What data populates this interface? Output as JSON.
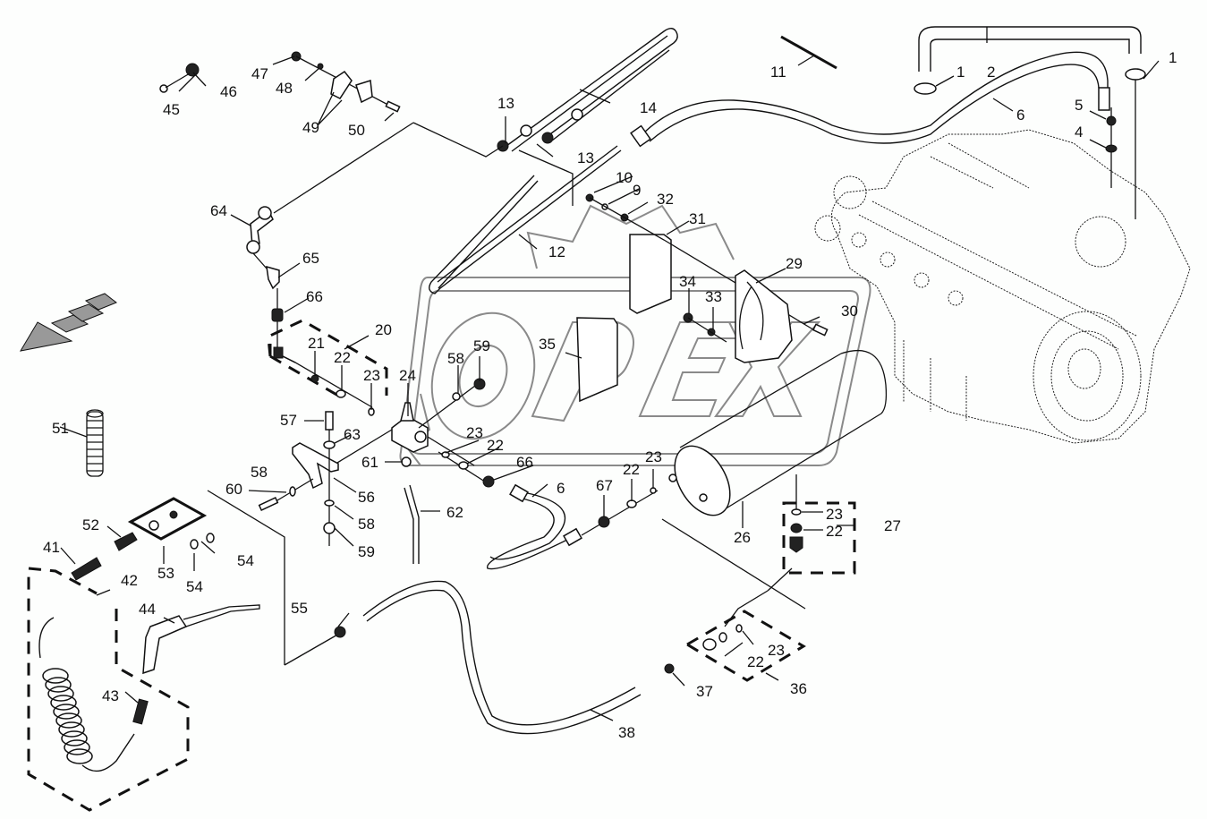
{
  "diagram": {
    "title": "Compressed air system - exploded parts view",
    "watermark": "OPEX",
    "direction_arrow": "travel-direction-arrow",
    "callouts": [
      {
        "id": "c1a",
        "label": "1",
        "part": "hose clamp"
      },
      {
        "id": "c1b",
        "label": "1",
        "part": "hose clamp"
      },
      {
        "id": "c2",
        "label": "2",
        "part": "hose"
      },
      {
        "id": "c4",
        "label": "4",
        "part": "sealing ring"
      },
      {
        "id": "c5",
        "label": "5",
        "part": "union"
      },
      {
        "id": "c6a",
        "label": "6",
        "part": "hose line"
      },
      {
        "id": "c6b",
        "label": "6",
        "part": "hose line"
      },
      {
        "id": "c9",
        "label": "9",
        "part": "washer"
      },
      {
        "id": "c10",
        "label": "10",
        "part": "nut"
      },
      {
        "id": "c11",
        "label": "11",
        "part": "cable tie"
      },
      {
        "id": "c12",
        "label": "12",
        "part": "pipe"
      },
      {
        "id": "c13a",
        "label": "13",
        "part": "fitting"
      },
      {
        "id": "c13b",
        "label": "13",
        "part": "fitting"
      },
      {
        "id": "c14",
        "label": "14",
        "part": "pipe"
      },
      {
        "id": "c20",
        "label": "20",
        "part": "repair kit"
      },
      {
        "id": "c21",
        "label": "21",
        "part": "seal"
      },
      {
        "id": "c22a",
        "label": "22",
        "part": "sealing ring"
      },
      {
        "id": "c22b",
        "label": "22",
        "part": "sealing ring"
      },
      {
        "id": "c22c",
        "label": "22",
        "part": "sealing ring"
      },
      {
        "id": "c22d",
        "label": "22",
        "part": "sealing ring"
      },
      {
        "id": "c22e",
        "label": "22",
        "part": "sealing ring"
      },
      {
        "id": "c23a",
        "label": "23",
        "part": "o-ring"
      },
      {
        "id": "c23b",
        "label": "23",
        "part": "o-ring"
      },
      {
        "id": "c23c",
        "label": "23",
        "part": "o-ring"
      },
      {
        "id": "c23d",
        "label": "23",
        "part": "o-ring"
      },
      {
        "id": "c23e",
        "label": "23",
        "part": "o-ring"
      },
      {
        "id": "c24",
        "label": "24",
        "part": "valve"
      },
      {
        "id": "c26",
        "label": "26",
        "part": "air tank"
      },
      {
        "id": "c27",
        "label": "27",
        "part": "drain valve kit"
      },
      {
        "id": "c29",
        "label": "29",
        "part": "tank bracket"
      },
      {
        "id": "c30",
        "label": "30",
        "part": "bolt"
      },
      {
        "id": "c31",
        "label": "31",
        "part": "bracket"
      },
      {
        "id": "c32",
        "label": "32",
        "part": "washer"
      },
      {
        "id": "c33",
        "label": "33",
        "part": "washer"
      },
      {
        "id": "c34",
        "label": "34",
        "part": "nut"
      },
      {
        "id": "c35",
        "label": "35",
        "part": "plate"
      },
      {
        "id": "c36",
        "label": "36",
        "part": "plug kit"
      },
      {
        "id": "c37",
        "label": "37",
        "part": "plug"
      },
      {
        "id": "c38",
        "label": "38",
        "part": "hose"
      },
      {
        "id": "c41",
        "label": "41",
        "part": "nipple"
      },
      {
        "id": "c42",
        "label": "42",
        "part": "blow gun kit"
      },
      {
        "id": "c43",
        "label": "43",
        "part": "coupling"
      },
      {
        "id": "c44",
        "label": "44",
        "part": "blow gun"
      },
      {
        "id": "c45",
        "label": "45",
        "part": "washer"
      },
      {
        "id": "c46",
        "label": "46",
        "part": "cap nut"
      },
      {
        "id": "c47",
        "label": "47",
        "part": "nut"
      },
      {
        "id": "c48",
        "label": "48",
        "part": "washer"
      },
      {
        "id": "c49",
        "label": "49",
        "part": "clamp"
      },
      {
        "id": "c50",
        "label": "50",
        "part": "bolt"
      },
      {
        "id": "c51",
        "label": "51",
        "part": "spiral hose"
      },
      {
        "id": "c52",
        "label": "52",
        "part": "quick coupling"
      },
      {
        "id": "c53",
        "label": "53",
        "part": "coupling kit"
      },
      {
        "id": "c54a",
        "label": "54",
        "part": "o-ring"
      },
      {
        "id": "c54b",
        "label": "54",
        "part": "o-ring"
      },
      {
        "id": "c55",
        "label": "55",
        "part": "fitting"
      },
      {
        "id": "c56",
        "label": "56",
        "part": "bracket"
      },
      {
        "id": "c57",
        "label": "57",
        "part": "bolt"
      },
      {
        "id": "c58a",
        "label": "58",
        "part": "washer"
      },
      {
        "id": "c58b",
        "label": "58",
        "part": "washer"
      },
      {
        "id": "c58c",
        "label": "58",
        "part": "washer"
      },
      {
        "id": "c59a",
        "label": "59",
        "part": "nut"
      },
      {
        "id": "c59b",
        "label": "59",
        "part": "nut"
      },
      {
        "id": "c60",
        "label": "60",
        "part": "bolt"
      },
      {
        "id": "c61",
        "label": "61",
        "part": "nut"
      },
      {
        "id": "c62",
        "label": "62",
        "part": "hose"
      },
      {
        "id": "c63",
        "label": "63",
        "part": "washer"
      },
      {
        "id": "c64",
        "label": "64",
        "part": "elbow"
      },
      {
        "id": "c65",
        "label": "65",
        "part": "elbow fitting"
      },
      {
        "id": "c66a",
        "label": "66",
        "part": "fitting"
      },
      {
        "id": "c66b",
        "label": "66",
        "part": "fitting"
      },
      {
        "id": "c67",
        "label": "67",
        "part": "union"
      }
    ]
  }
}
